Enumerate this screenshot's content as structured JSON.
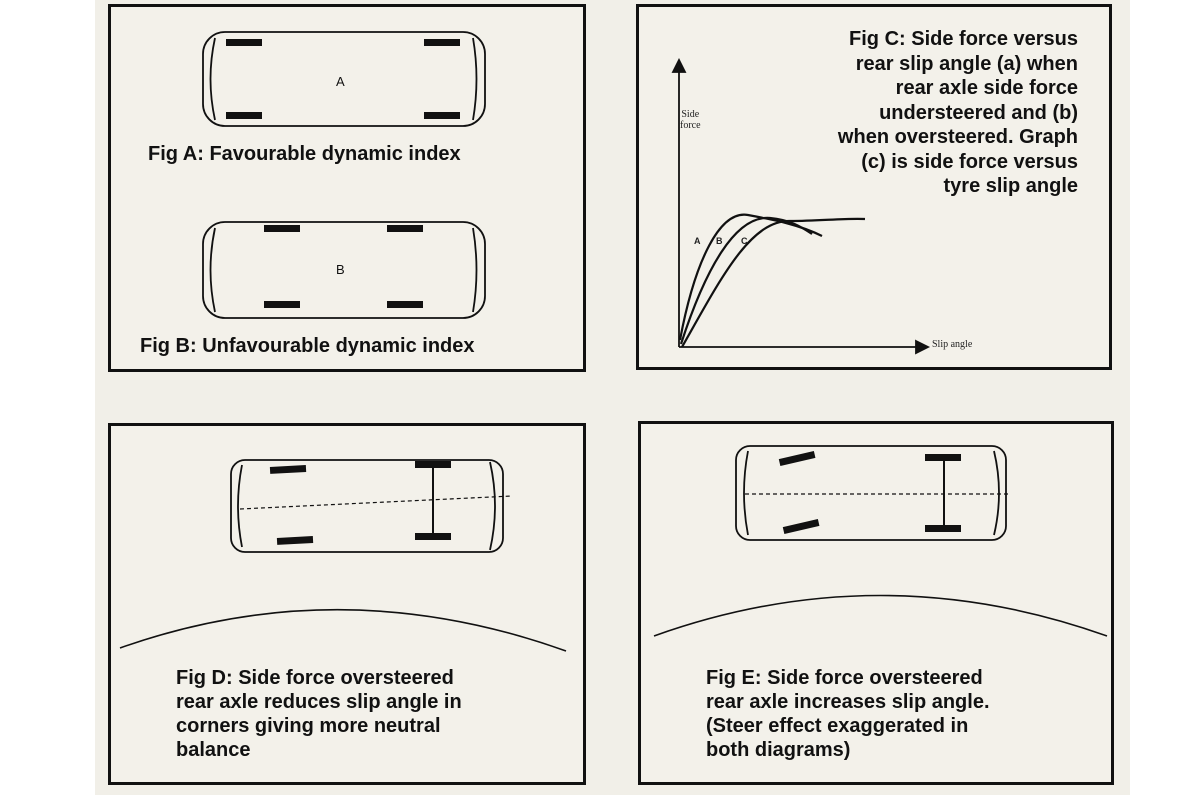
{
  "figures": {
    "a": {
      "car_label": "A",
      "caption": "Fig A: Favourable dynamic index"
    },
    "b": {
      "car_label": "B",
      "caption": "Fig B: Unfavourable dynamic index"
    },
    "c": {
      "caption_lines": [
        "Fig C: Side force versus",
        "rear slip angle (a) when",
        "rear axle side force",
        "understeered and (b)",
        "when oversteered. Graph",
        "(c) is side force versus",
        "tyre slip angle"
      ],
      "y_axis_label_lines": [
        "Side",
        "force"
      ],
      "x_axis_label": "Slip angle",
      "curve_labels": [
        "A",
        "B",
        "C"
      ]
    },
    "d": {
      "caption_lines": [
        "Fig D: Side force oversteered",
        "rear axle reduces slip angle in",
        "corners giving more neutral",
        "balance"
      ]
    },
    "e": {
      "caption_lines": [
        "Fig E: Side force oversteered",
        "rear axle increases slip angle.",
        "(Steer effect exaggerated in",
        "both diagrams)"
      ]
    }
  },
  "colors": {
    "ink": "#111111",
    "paper": "#f1efe8"
  }
}
